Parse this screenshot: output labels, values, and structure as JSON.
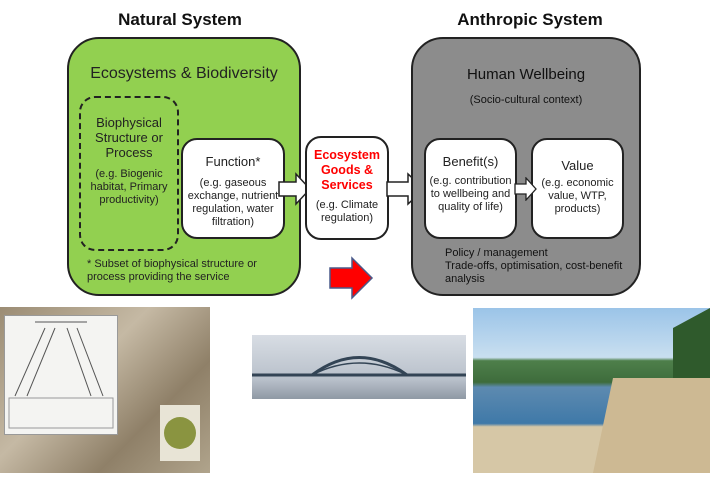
{
  "headers": {
    "natural": "Natural System",
    "anthropic": "Anthropic System"
  },
  "natural_box": {
    "title": "Ecosystems & Biodiversity",
    "color": "#92d050",
    "biophysical": {
      "title": "Biophysical Structure or Process",
      "example": "(e.g. Biogenic habitat, Primary productivity)"
    },
    "function": {
      "title": "Function*",
      "example": "(e.g. gaseous exchange, nutrient regulation, water filtration)"
    },
    "footnote": "* Subset of biophysical structure or process providing the service"
  },
  "services": {
    "title": "Ecosystem Goods & Services",
    "example": "(e.g. Climate regulation)",
    "title_color": "#ff0000"
  },
  "anthropic_box": {
    "title": "Human Wellbeing",
    "subtitle": "(Socio-cultural context)",
    "color": "#8c8c8c",
    "benefit": {
      "title": "Benefit(s)",
      "example": "(e.g. contribution to wellbeing and quality of life)"
    },
    "value": {
      "title": "Value",
      "example": "(e.g. economic value, WTP, products)"
    },
    "policy": "Policy / management",
    "tradeoffs": "Trade-offs, optimisation, cost-benefit analysis"
  }
}
